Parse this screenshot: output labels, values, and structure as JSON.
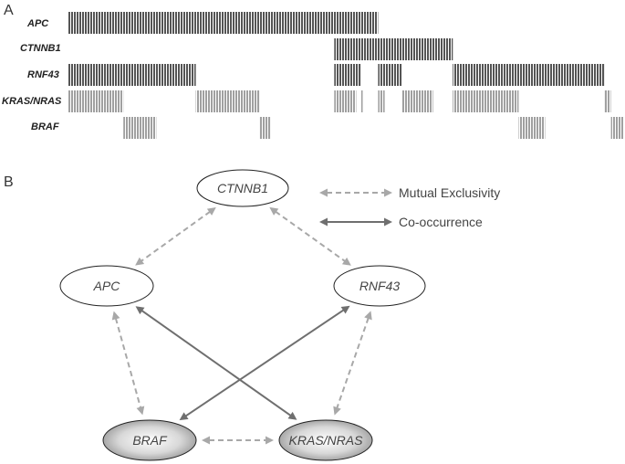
{
  "panels": {
    "a": "A",
    "b": "B"
  },
  "oncoprint": {
    "colors": {
      "dark": "#555555",
      "light": "#a0a0a0",
      "stripe": "#ffffff"
    },
    "rows": [
      {
        "gene": "APC",
        "shade": "dark",
        "segments": [
          [
            0,
            141
          ]
        ]
      },
      {
        "gene": "CTNNB1",
        "shade": "dark",
        "segments": [
          [
            121,
            175
          ]
        ]
      },
      {
        "gene": "RNF43",
        "shade": "dark",
        "segments": [
          [
            0,
            58
          ],
          [
            121,
            133
          ],
          [
            141,
            152
          ],
          [
            175,
            244
          ]
        ]
      },
      {
        "gene": "KRAS/NRAS",
        "shade": "light",
        "segments": [
          [
            0,
            25
          ],
          [
            58,
            87
          ],
          [
            121,
            131
          ],
          [
            133,
            134
          ],
          [
            141,
            144
          ],
          [
            152,
            166
          ],
          [
            175,
            205
          ],
          [
            244,
            247
          ]
        ]
      },
      {
        "gene": "BRAF",
        "shade": "light",
        "segments": [
          [
            25,
            40
          ],
          [
            87,
            92
          ],
          [
            205,
            217
          ],
          [
            247,
            253
          ]
        ]
      }
    ],
    "total_samples": 253
  },
  "network": {
    "nodes": [
      {
        "id": "ctnnb1",
        "label": "CTNNB1",
        "fill": "white"
      },
      {
        "id": "apc",
        "label": "APC",
        "fill": "white"
      },
      {
        "id": "rnf43",
        "label": "RNF43",
        "fill": "white"
      },
      {
        "id": "braf",
        "label": "BRAF",
        "fill": "grey"
      },
      {
        "id": "kras",
        "label": "KRAS/NRAS",
        "fill": "grey"
      }
    ],
    "edges": [
      {
        "from": "ctnnb1",
        "to": "apc",
        "type": "mutual_exclusivity"
      },
      {
        "from": "ctnnb1",
        "to": "rnf43",
        "type": "mutual_exclusivity"
      },
      {
        "from": "apc",
        "to": "braf",
        "type": "mutual_exclusivity"
      },
      {
        "from": "rnf43",
        "to": "kras",
        "type": "mutual_exclusivity"
      },
      {
        "from": "braf",
        "to": "kras",
        "type": "mutual_exclusivity"
      },
      {
        "from": "apc",
        "to": "kras",
        "type": "co_occurrence"
      },
      {
        "from": "rnf43",
        "to": "braf",
        "type": "co_occurrence"
      }
    ],
    "legend": {
      "mutual_exclusivity": "Mutual Exclusivity",
      "co_occurrence": "Co-occurrence"
    },
    "colors": {
      "mutual_exclusivity": "#a8a8a8",
      "co_occurrence": "#6f6f6f"
    }
  }
}
